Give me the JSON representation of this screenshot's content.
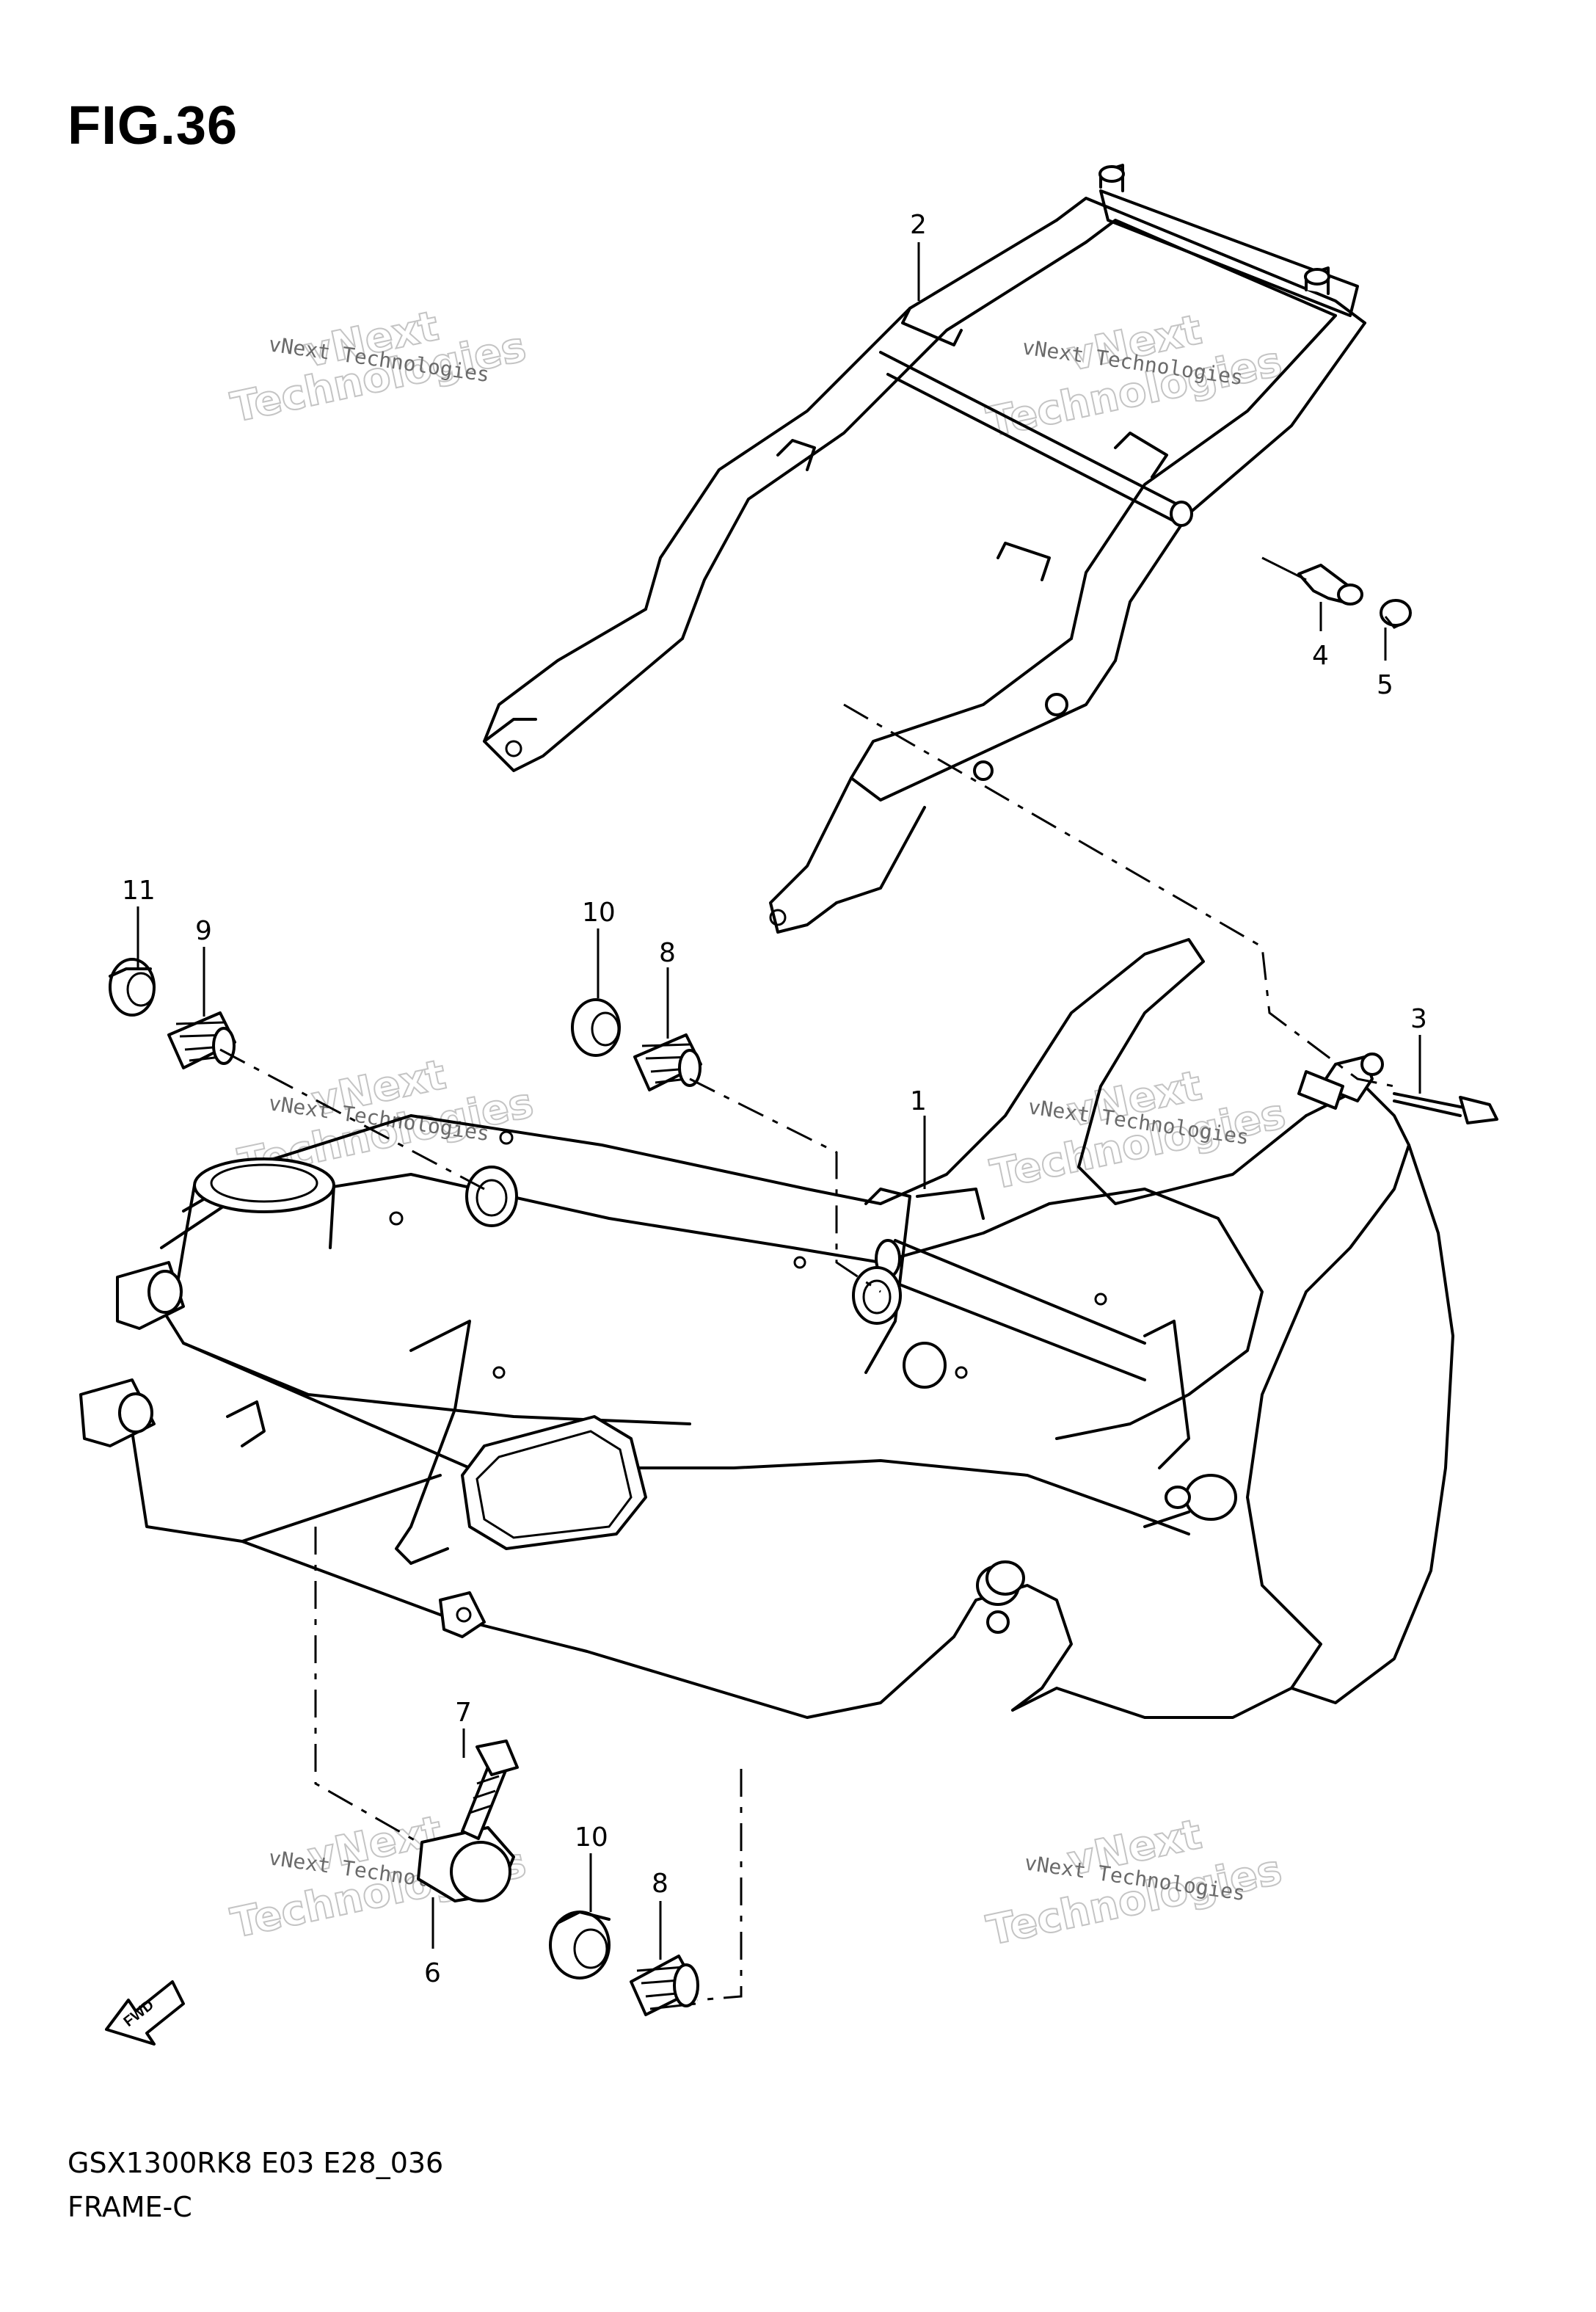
{
  "figure": {
    "title": "FIG.36",
    "model_code": "GSX1300RK8  E03  E28_036",
    "section_name": "FRAME-C",
    "fwd_label": "FWD"
  },
  "callouts": [
    "1",
    "2",
    "3",
    "4",
    "5",
    "6",
    "7",
    "8",
    "8",
    "9",
    "10",
    "10",
    "11"
  ],
  "watermark": {
    "company_small": "vNext Technologies",
    "line1": "vNext",
    "line2": "Technologies"
  }
}
